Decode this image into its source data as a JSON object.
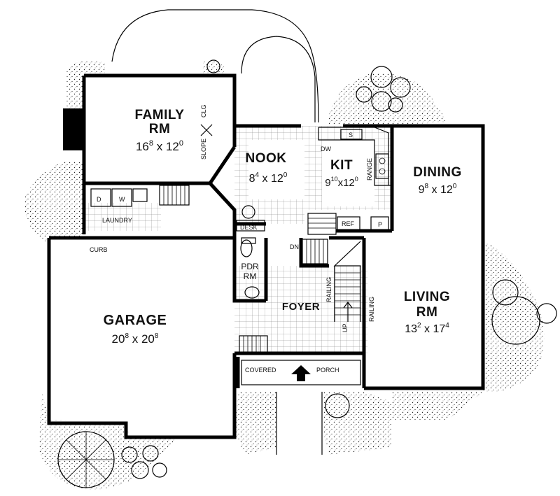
{
  "rooms": {
    "family": {
      "title_line1": "FAMILY",
      "title_line2": "RM",
      "dim_w": "16",
      "dim_w_sup": "8",
      "dim_h": "12",
      "dim_h_sup": "0"
    },
    "nook": {
      "title": "NOOK",
      "dim_w": "8",
      "dim_w_sup": "4",
      "dim_h": "12",
      "dim_h_sup": "0"
    },
    "kit": {
      "title": "KIT",
      "dim_w": "9",
      "dim_w_sup": "10",
      "dim_h": "12",
      "dim_h_sup": "0"
    },
    "dining": {
      "title": "DINING",
      "dim_w": "9",
      "dim_w_sup": "8",
      "dim_h": "12",
      "dim_h_sup": "0"
    },
    "living": {
      "title_line1": "LIVING",
      "title_line2": "RM",
      "dim_w": "13",
      "dim_w_sup": "2",
      "dim_h": "17",
      "dim_h_sup": "4"
    },
    "garage": {
      "title": "GARAGE",
      "dim_w": "20",
      "dim_w_sup": "8",
      "dim_h": "20",
      "dim_h_sup": "8"
    },
    "foyer": {
      "title": "FOYER"
    },
    "pdr": {
      "title_line1": "PDR",
      "title_line2": "RM"
    }
  },
  "labels": {
    "laundry": "LAUNDRY",
    "curb": "CURB",
    "desk": "DESK",
    "dw": "DW",
    "range": "RANGE",
    "ref": "REF",
    "pantry": "P",
    "dn": "DN",
    "up": "UP",
    "railing_left": "RAILING",
    "railing_right": "RAILING",
    "covered": "COVERED",
    "porch": "PORCH",
    "slope": "SLOPE",
    "clg": "CLG",
    "washer": "W",
    "dryer": "D",
    "sink": "S"
  }
}
